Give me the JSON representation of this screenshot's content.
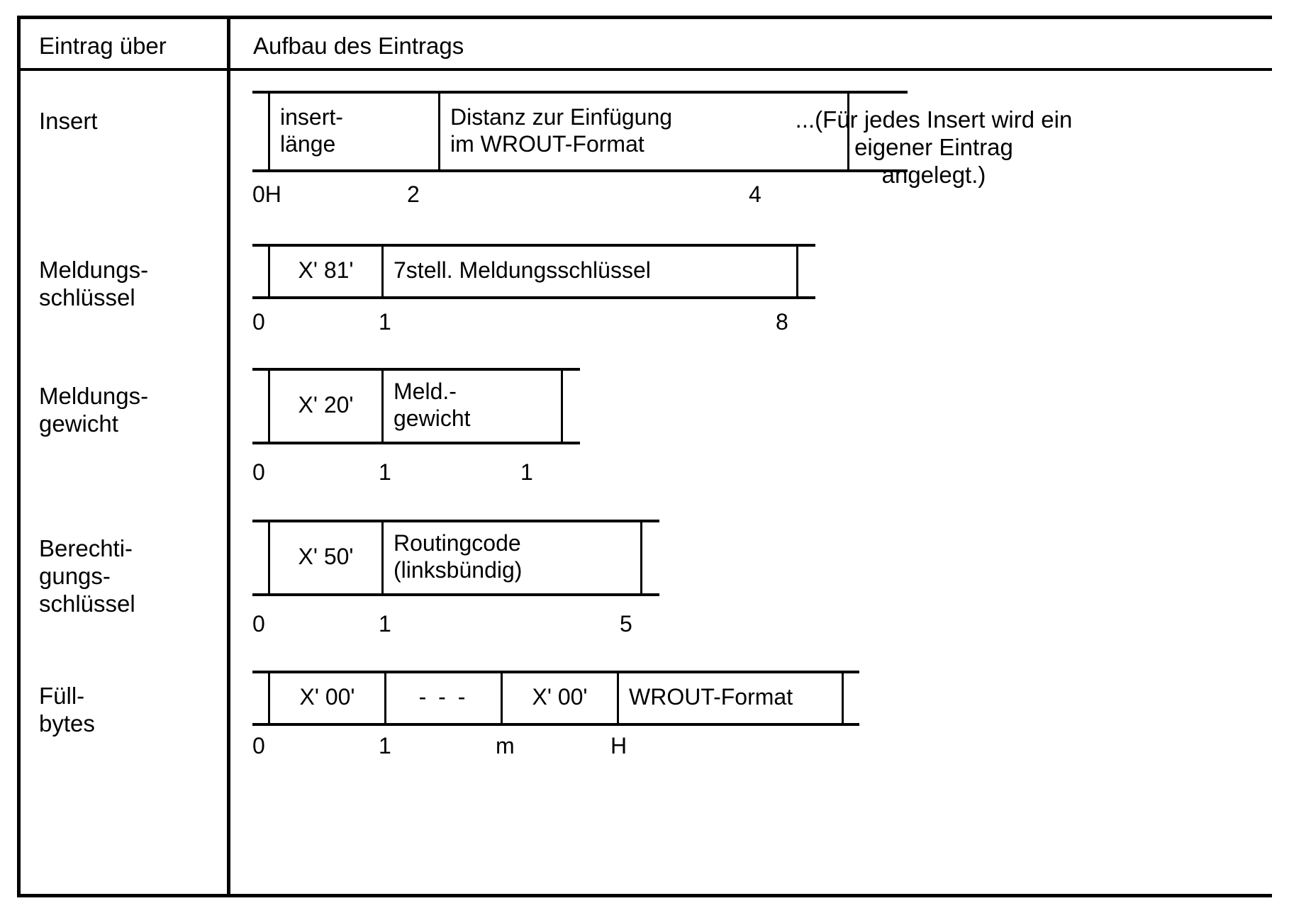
{
  "table": {
    "header": {
      "col1": "Eintrag über",
      "col2": "Aufbau des Eintrags"
    },
    "rows": [
      {
        "label": "Insert",
        "cells": [
          {
            "text": "insert-\nlänge"
          },
          {
            "text": "Distanz zur Einfügung\nim WROUT-Format"
          }
        ],
        "offsets": [
          "0H",
          "2",
          "4"
        ],
        "note": "...(Für jedes Insert wird ein\neigener Eintrag\nangelegt.)"
      },
      {
        "label": "Meldungs-\nschlüssel",
        "cells": [
          {
            "text": "X' 81'"
          },
          {
            "text": "7stell. Meldungsschlüssel"
          }
        ],
        "offsets": [
          "0",
          "1",
          "8"
        ],
        "note": ""
      },
      {
        "label": "Meldungs-\ngewicht",
        "cells": [
          {
            "text": "X' 20'"
          },
          {
            "text": "Meld.-\ngewicht"
          }
        ],
        "offsets": [
          "0",
          "1",
          "1"
        ],
        "note": ""
      },
      {
        "label": "Berechti-\ngungs-\nschlüssel",
        "cells": [
          {
            "text": "X' 50'"
          },
          {
            "text": "Routingcode\n(linksbündig)"
          }
        ],
        "offsets": [
          "0",
          "1",
          "5"
        ],
        "note": ""
      },
      {
        "label": "Füll-\nbytes",
        "cells": [
          {
            "text": "X' 00'"
          },
          {
            "text": "- - -"
          },
          {
            "text": "X' 00'"
          },
          {
            "text": "WROUT-Format"
          }
        ],
        "offsets": [
          "0",
          "1",
          "m",
          "H"
        ],
        "note": ""
      }
    ]
  },
  "colors": {
    "ink": "#000000",
    "paper": "#ffffff"
  }
}
